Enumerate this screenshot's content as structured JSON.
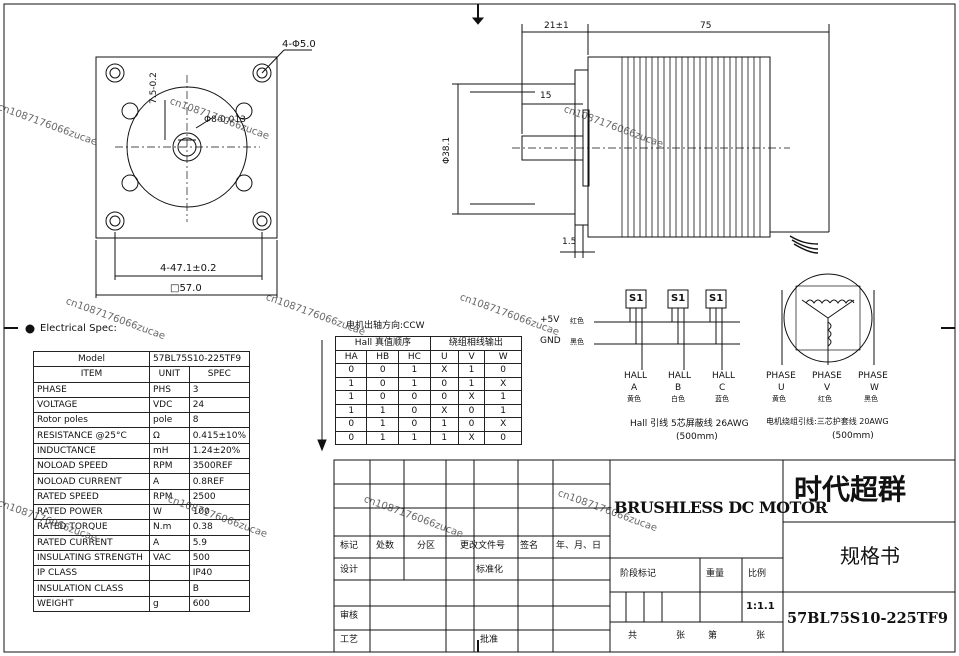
{
  "title": {
    "product": "BRUSHLESS DC MOTOR",
    "company": "时代超群",
    "doc_type": "规格书",
    "model": "57BL75S10-225TF9",
    "scale": "1:1.1"
  },
  "dimensions": {
    "front": {
      "holes": "4-Φ5.0",
      "shaft": "Φ8-0.013",
      "flat": "7.5-0.2",
      "bolt_pitch": "4-47.1±0.2",
      "square": "□57.0"
    },
    "side": {
      "flange_len": "21±1",
      "body_len": "75",
      "shaft_len": "15",
      "boss_dia": "Φ38.1",
      "boss_h": "1.5"
    }
  },
  "spec": {
    "header_label": "Electrical Spec:",
    "model_label": "Model",
    "model_value": "57BL75S10-225TF9",
    "columns": [
      "ITEM",
      "UNIT",
      "SPEC"
    ],
    "rows": [
      [
        "PHASE",
        "PHS",
        "3"
      ],
      [
        "VOLTAGE",
        "VDC",
        "24"
      ],
      [
        "Rotor poles",
        "pole",
        "8"
      ],
      [
        "RESISTANCE @25°C",
        "Ω",
        "0.415±10%"
      ],
      [
        "INDUCTANCE",
        "mH",
        "1.24±20%"
      ],
      [
        "NOLOAD SPEED",
        "RPM",
        "3500REF"
      ],
      [
        "NOLOAD CURRENT",
        "A",
        "0.8REF"
      ],
      [
        "RATED SPEED",
        "RPM",
        "2500"
      ],
      [
        "RATED POWER",
        "W",
        "100"
      ],
      [
        "RATED TORQUE",
        "N.m",
        "0.38"
      ],
      [
        "RATED CURRENT",
        "A",
        "5.9"
      ],
      [
        "INSULATING STRENGTH",
        "VAC",
        "500"
      ],
      [
        "IP CLASS",
        "",
        "IP40"
      ],
      [
        "INSULATION CLASS",
        "",
        "B"
      ],
      [
        "WEIGHT",
        "g",
        "600"
      ]
    ]
  },
  "hall_table": {
    "direction": "电机出轴方向:CCW",
    "group1": "Hall 真值顺序",
    "group2": "绕组相线输出",
    "columns": [
      "HA",
      "HB",
      "HC",
      "U",
      "V",
      "W"
    ],
    "rows": [
      [
        "0",
        "0",
        "1",
        "X",
        "1",
        "0"
      ],
      [
        "1",
        "0",
        "1",
        "0",
        "1",
        "X"
      ],
      [
        "1",
        "0",
        "0",
        "0",
        "X",
        "1"
      ],
      [
        "1",
        "1",
        "0",
        "X",
        "0",
        "1"
      ],
      [
        "0",
        "1",
        "0",
        "1",
        "0",
        "X"
      ],
      [
        "0",
        "1",
        "1",
        "1",
        "X",
        "0"
      ]
    ]
  },
  "wiring": {
    "plus5v": "+5V",
    "red": "红色",
    "gnd": "GND",
    "black": "黑色",
    "sensor": "S1",
    "hall_labels": [
      "HALL",
      "HALL",
      "HALL"
    ],
    "hall_letters": [
      "A",
      "B",
      "C"
    ],
    "hall_colors": [
      "黄色",
      "白色",
      "蓝色"
    ],
    "hall_note": "Hall 引线 5芯屏蔽线 26AWG",
    "hall_len": "(500mm)",
    "phase_labels": [
      "PHASE",
      "PHASE",
      "PHASE"
    ],
    "phase_letters": [
      "U",
      "V",
      "W"
    ],
    "phase_colors": [
      "黄色",
      "红色",
      "黑色"
    ],
    "phase_note": "电机绕组引线:三芯护套线 20AWG",
    "phase_len": "(500mm)"
  },
  "title_block": {
    "r1": [
      "标记",
      "处数",
      "分区",
      "更改文件号",
      "签名",
      "年、月、日"
    ],
    "design": "设计",
    "standard": "标准化",
    "stage": "阶段标记",
    "weight": "重量",
    "ratio": "比例",
    "review": "审核",
    "craft": "工艺",
    "approve": "批准",
    "total": "共",
    "sheets": "张",
    "page": "第",
    "sheet2": "张"
  },
  "watermark": "cn1087176066zucae"
}
